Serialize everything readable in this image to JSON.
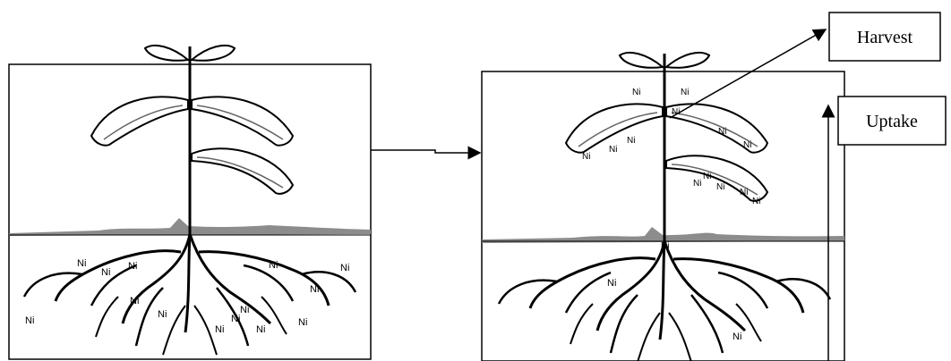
{
  "labels": {
    "harvest": "Harvest",
    "uptake": "Uptake"
  },
  "nickel": {
    "symbol": "Ni",
    "soil_before_count": 14,
    "plant_after_leaf_count": 13,
    "plant_after_stem_count": 1,
    "soil_after_count": 2
  },
  "colors": {
    "line": "#000000",
    "soil_band": "#8c8c8c",
    "leaf_fill": "#ffffff"
  }
}
